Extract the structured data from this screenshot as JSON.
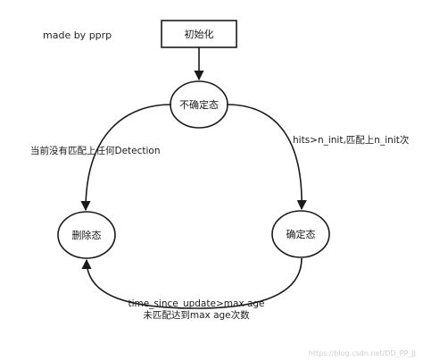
{
  "author_note": "made by pprp",
  "nodes": {
    "init": {
      "label": "初始化",
      "shape": "rectangle"
    },
    "tentative": {
      "label": "不确定态",
      "shape": "ellipse"
    },
    "deleted": {
      "label": "删除态",
      "shape": "ellipse"
    },
    "confirmed": {
      "label": "确定态",
      "shape": "ellipse"
    }
  },
  "edges": {
    "tentative_to_deleted": {
      "label": "当前没有匹配上任何Detection"
    },
    "tentative_to_confirmed": {
      "label": "hits>n_init,匹配上n_init次"
    },
    "confirmed_to_deleted": {
      "label_line1": "time_since_update>max age",
      "label_line2": "未匹配达到max age次数"
    }
  },
  "watermark": "https://blog.csdn.net/DD_PP_JJ",
  "colors": {
    "stroke": "#1a1a1a",
    "background": "#ffffff",
    "watermark": "#cfcfcf"
  }
}
